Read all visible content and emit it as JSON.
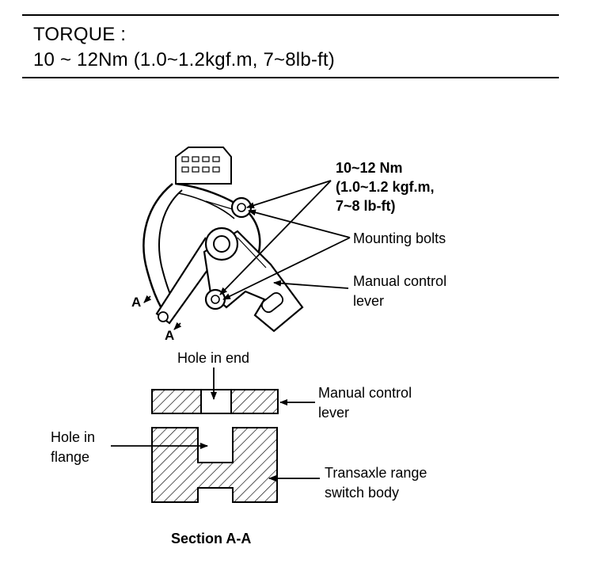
{
  "torque_box": {
    "heading": "TORQUE :",
    "value": "10 ~ 12Nm (1.0~1.2kgf.m, 7~8lb-ft)"
  },
  "callouts": {
    "torque_line1": "10~12 Nm",
    "torque_line2": "(1.0~1.2 kgf.m,",
    "torque_line3": "7~8 lb-ft)",
    "mounting_bolts": "Mounting bolts",
    "manual_lever_line1": "Manual control",
    "manual_lever_line2": "lever",
    "section_mark": "A",
    "hole_in_end": "Hole in end",
    "manual_lever2_line1": "Manual control",
    "manual_lever2_line2": "lever",
    "hole_in_flange_line1": "Hole in",
    "hole_in_flange_line2": "flange",
    "switch_body_line1": "Transaxle range",
    "switch_body_line2": "switch body",
    "section_title": "Section A-A"
  }
}
